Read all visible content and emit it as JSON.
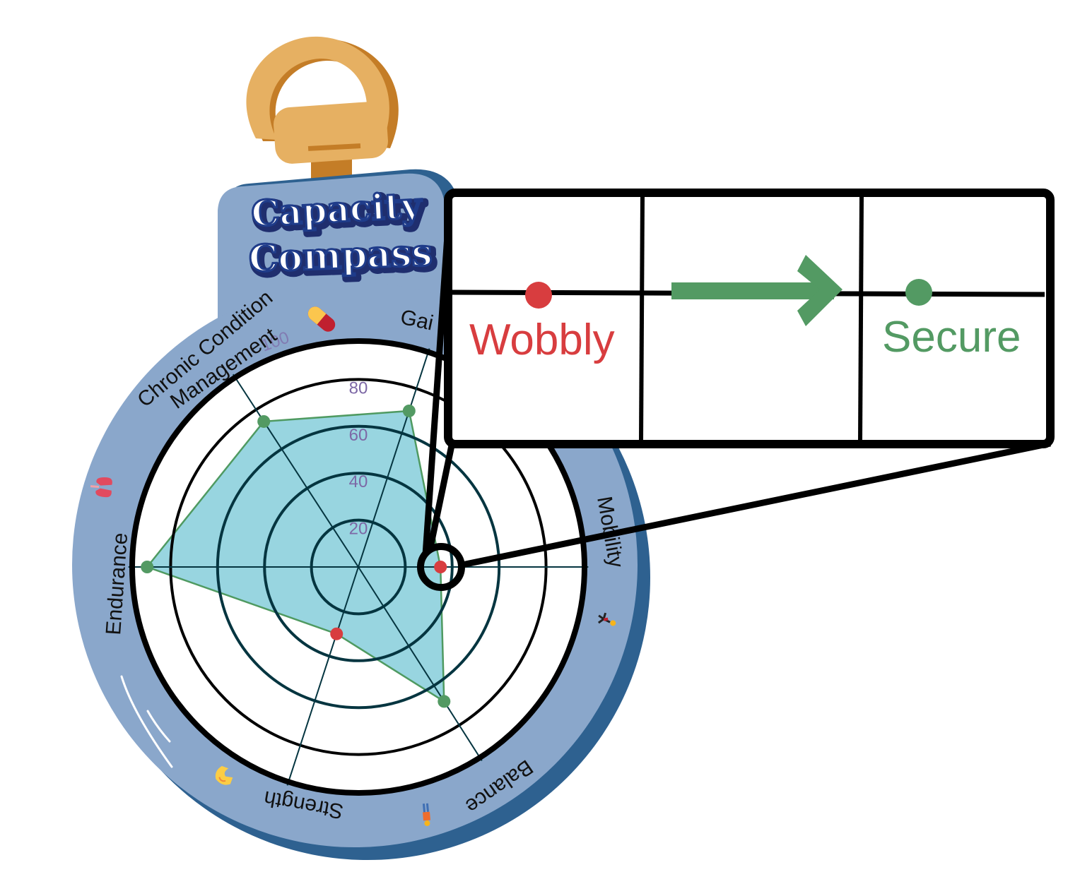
{
  "title": {
    "line1": "Capacity",
    "line2": "Compass"
  },
  "colors": {
    "disc": "#8aa7cb",
    "disc_shadow": "#2e6190",
    "fill": "#8fd1dd",
    "series_line": "#4f9a61",
    "secure": "#539a63",
    "wobbly": "#d83d3f",
    "tick": "#7d68a6",
    "ring_dark": "#053540",
    "ring_outer": "#000000",
    "handle_light": "#e6b062",
    "handle_dark": "#c47d27"
  },
  "chart_data": {
    "type": "radar",
    "title": "Capacity Compass",
    "rmin": 0,
    "rmax": 100,
    "rings": [
      20,
      40,
      60,
      80,
      100
    ],
    "tick_labels": [
      "20",
      "40",
      "60",
      "80",
      "100"
    ],
    "axes": [
      {
        "name": "Gait",
        "icon": "",
        "angle_deg": 72,
        "value": 70,
        "status": "secure"
      },
      {
        "name": "Mobility",
        "icon": "running-person-icon",
        "angle_deg": 0,
        "value": 35,
        "status": "wobbly"
      },
      {
        "name": "Balance",
        "icon": "person-standing-icon",
        "angle_deg": -57.5,
        "value": 68,
        "status": "secure"
      },
      {
        "name": "Strength",
        "icon": "flexed-biceps-icon",
        "angle_deg": -108,
        "value": 30,
        "status": "wobbly"
      },
      {
        "name": "Endurance",
        "icon": "lungs-icon",
        "angle_deg": 180,
        "value": 90,
        "status": "secure"
      },
      {
        "name": "Chronic Condition Management",
        "name_line1": "Chronic Condition",
        "name_line2": "Management",
        "icon": "pill-icon",
        "angle_deg": 123,
        "value": 74,
        "status": "secure"
      }
    ],
    "legend": {
      "position": "top-right",
      "items": [
        {
          "label": "Wobbly",
          "color": "#d83d3f"
        },
        {
          "label": "Secure",
          "color": "#539a63"
        }
      ],
      "arrow": "wobbly-to-secure"
    },
    "magnified_point": "Mobility"
  },
  "legend_box": {
    "wobbly_label": "Wobbly",
    "secure_label": "Secure"
  },
  "labels": {
    "gait": "Gai",
    "mobility": "Mobility",
    "balance": "Balance",
    "strength": "Strength",
    "endurance": "Endurance",
    "ccm_line1": "Chronic Condition",
    "ccm_line2": "Management"
  }
}
